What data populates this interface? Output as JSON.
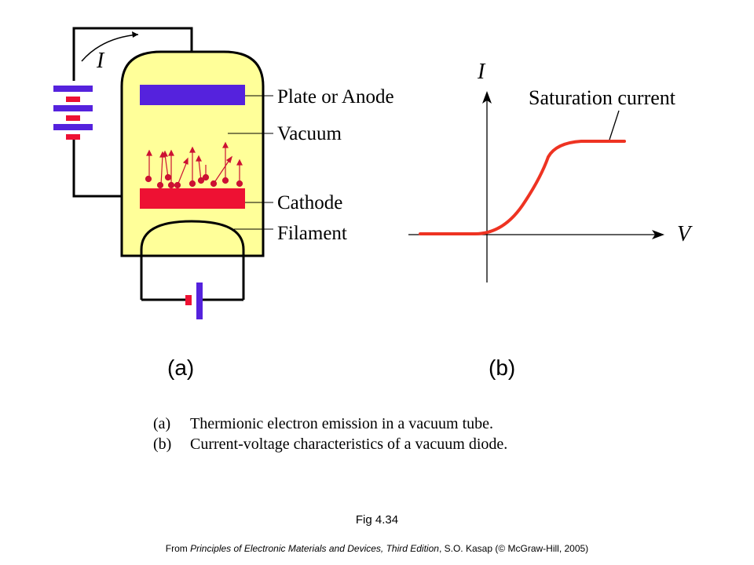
{
  "diagram_a": {
    "current_symbol": "I",
    "labels": {
      "plate": "Plate or Anode",
      "vacuum": "Vacuum",
      "cathode": "Cathode",
      "filament": "Filament"
    },
    "panel_label": "(a)",
    "colors": {
      "tube_fill": "#ffff99",
      "anode": "#5522dd",
      "cathode": "#ee1133",
      "wire": "#000000"
    }
  },
  "diagram_b": {
    "y_axis_label": "I",
    "x_axis_label": "V",
    "curve_label": "Saturation current",
    "panel_label": "(b)",
    "curve_color": "#ee3322"
  },
  "caption": {
    "items": [
      {
        "marker": "(a)",
        "text": "Thermionic electron emission in a vacuum tube."
      },
      {
        "marker": "(b)",
        "text": "Current-voltage characteristics of a vacuum diode."
      }
    ]
  },
  "figure_number": "Fig 4.34",
  "source": {
    "prefix": "From ",
    "title": "Principles of Electronic Materials and Devices, Third Edition",
    "suffix": ", S.O. Kasap (© McGraw-Hill, 2005)"
  }
}
